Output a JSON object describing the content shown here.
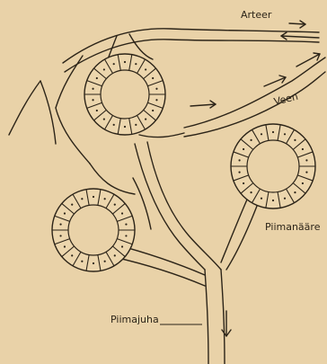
{
  "labels": {
    "artery": "Arteer",
    "vein": "Veen",
    "alveolus": "Piimanääre",
    "milk_duct": "Piimajuha"
  },
  "colors": {
    "paper": "#e9d2a8",
    "ink": "#2c2418",
    "cell_fill": "#ecd6ad"
  }
}
